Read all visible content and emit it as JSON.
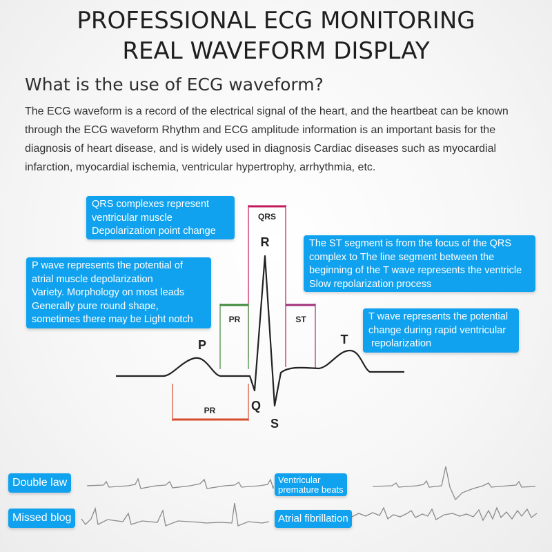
{
  "title": {
    "line1": "PROFESSIONAL ECG MONITORING",
    "line2": "REAL WAVEFORM DISPLAY"
  },
  "heading": "What is the use of ECG waveform?",
  "body_text": "The ECG waveform is a record of the electrical signal of the heart, and the heartbeat can be known through the ECG waveform Rhythm and ECG amplitude information is an important basis for the diagnosis of heart disease, and is widely used in diagnosis Cardiac diseases such as myocardial infarction, myocardial ischemia, ventricular hypertrophy, arrhythmia, etc.",
  "callouts": {
    "qrs": [
      "QRS complexes represent",
      "ventricular muscle",
      "Depolarization point change"
    ],
    "p_wave": [
      "P wave represents the potential of",
      "atrial muscle depolarization",
      "Variety. Morphology on most leads",
      "Generally pure round shape,",
      "sometimes there may be Light notch"
    ],
    "st": [
      "The ST segment is from the focus of the QRS",
      "complex to The line segment between the",
      "beginning of the T wave represents the ventricle",
      "Slow repolarization process"
    ],
    "t_wave": [
      "T wave represents the potential",
      "change during rapid ventricular",
      " repolarization"
    ]
  },
  "diagram_labels": {
    "qrs_bracket": "QRS",
    "pr_bracket_top": "PR",
    "st_bracket": "ST",
    "pr_bracket_bottom": "PR",
    "p": "P",
    "q": "Q",
    "r": "R",
    "s": "S",
    "t": "T"
  },
  "colors": {
    "callout_bg": "#10a2ee",
    "qrs_bracket": "#c2185b",
    "pr_top_bracket": "#3d8a3a",
    "st_bracket": "#a0307a",
    "pr_bottom_bracket": "#d64a2a",
    "waveform": "#222222",
    "strip": "#8a8a8a"
  },
  "rhythm_examples": {
    "double_law": "Double law",
    "missed_blog": "Missed blog",
    "vpb_line1": "Ventricular",
    "vpb_line2": "premature beats",
    "atrial_fib": "Atrial fibrillation"
  }
}
